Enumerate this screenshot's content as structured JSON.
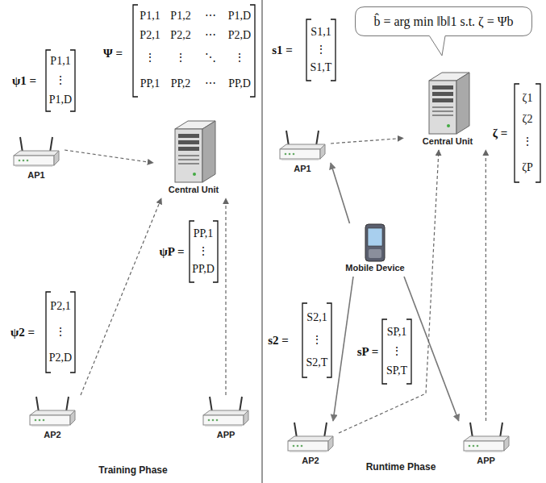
{
  "diagram": {
    "nodes": [
      {
        "text": [
          "AP1"
        ]
      },
      {
        "text": [
          "Central Unit"
        ]
      },
      {
        "text": [
          "AP2"
        ]
      },
      {
        "text": [
          "APP"
        ]
      },
      {
        "text": [
          "b̂ = arg min ‖b‖1 s.t. ζ = Ψb"
        ]
      },
      {
        "text": [
          "AP1"
        ]
      },
      {
        "text": [
          "Central Unit"
        ]
      },
      {
        "text": [
          "Mobile Device"
        ]
      },
      {
        "text": [
          "AP2"
        ]
      },
      {
        "text": [
          "APP"
        ]
      }
    ],
    "edges": [
      {
        "from": 0,
        "to": 1,
        "arrow": "to"
      },
      {
        "from": 2,
        "to": 1,
        "arrow": "to"
      },
      {
        "from": 3,
        "to": 1,
        "arrow": "to"
      },
      {
        "from": 7,
        "to": 5,
        "arrow": "to"
      },
      {
        "from": 7,
        "to": 8,
        "arrow": "to"
      },
      {
        "from": 7,
        "to": 9,
        "arrow": "to"
      },
      {
        "from": 5,
        "to": 6,
        "arrow": "to"
      },
      {
        "from": 8,
        "to": 6,
        "arrow": "to"
      },
      {
        "from": 9,
        "to": 6,
        "arrow": "to"
      }
    ],
    "labels": [
      "Training Phase",
      "Runtime Phase",
      "ψ1 =",
      "P1,1",
      "⋮",
      "P1,D",
      "Ψ =",
      "P1,1",
      "P1,2",
      "⋯",
      "P1,D",
      "P2,1",
      "P2,2",
      "⋯",
      "P2,D",
      "⋮",
      "⋮",
      "⋱",
      "⋮",
      "PP,1",
      "PP,2",
      "⋯",
      "PP,D",
      "ψP =",
      "PP,1",
      "⋮",
      "PP,D",
      "ψ2 =",
      "P2,1",
      "⋮",
      "P2,D",
      "s1 =",
      "S1,1",
      "⋮",
      "S1,T",
      "ζ =",
      "ζ1",
      "ζ2",
      "⋮",
      "ζP",
      "s2 =",
      "S2,1",
      "⋮",
      "S2,T",
      "sP =",
      "SP,1",
      "⋮",
      "SP,T"
    ]
  }
}
